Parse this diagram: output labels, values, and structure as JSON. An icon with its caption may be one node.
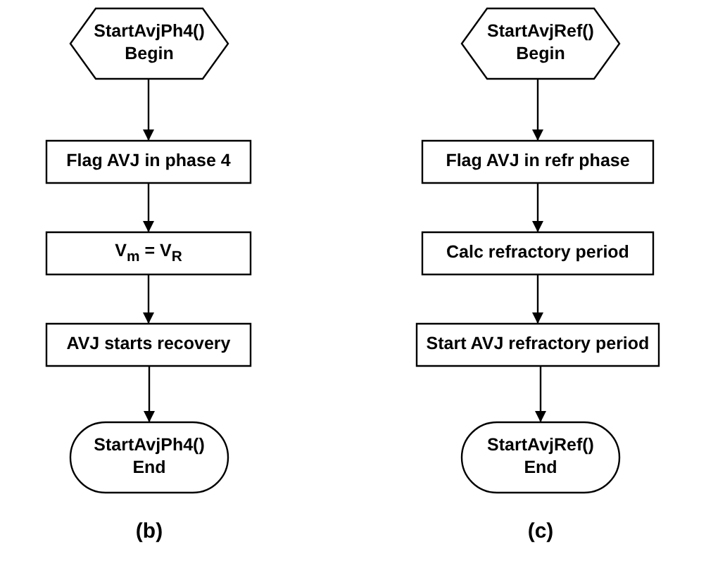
{
  "diagram": {
    "nodes": [
      {
        "text": [
          "StartAvjPh4() Begin"
        ]
      },
      {
        "text": [
          "Flag AVJ in phase 4"
        ]
      },
      {
        "text": [
          "V$_{m}$ = V$_{R}$"
        ]
      },
      {
        "text": [
          "AVJ starts recovery"
        ]
      },
      {
        "text": [
          "StartAvjPh4() End"
        ]
      },
      {
        "text": [
          "StartAvjRef() Begin"
        ]
      },
      {
        "text": [
          "Flag AVJ in refr phase"
        ]
      },
      {
        "text": [
          "Calc refractory period"
        ]
      },
      {
        "text": [
          "Start AVJ refractory period"
        ]
      },
      {
        "text": [
          "StartAvjRef() End"
        ]
      }
    ],
    "edges": [
      {
        "from": 0,
        "to": 1,
        "arrow": "to"
      },
      {
        "from": 1,
        "to": 2,
        "arrow": "to"
      },
      {
        "from": 2,
        "to": 3,
        "arrow": "to"
      },
      {
        "from": 3,
        "to": 4,
        "arrow": "to"
      },
      {
        "from": 5,
        "to": 6,
        "arrow": "to"
      },
      {
        "from": 6,
        "to": 7,
        "arrow": "to"
      },
      {
        "from": 7,
        "to": 8,
        "arrow": "to"
      },
      {
        "from": 8,
        "to": 9,
        "arrow": "to"
      }
    ],
    "labels": [
      "(b)",
      "(c)"
    ]
  }
}
